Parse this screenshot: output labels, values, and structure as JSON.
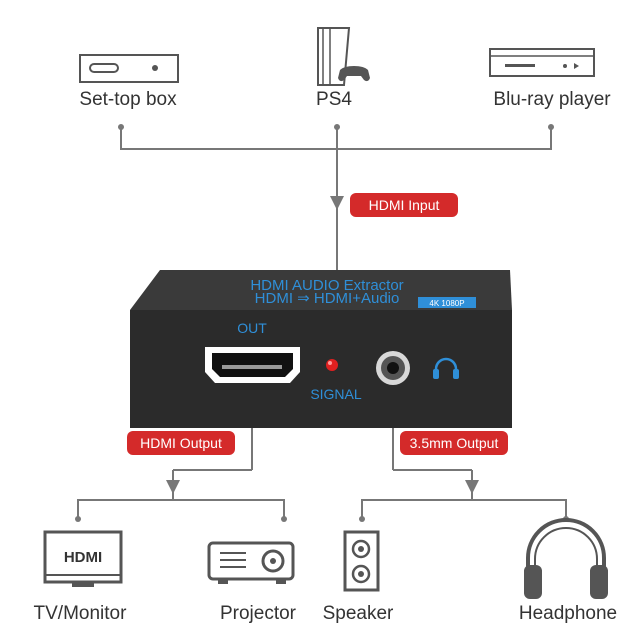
{
  "sources": {
    "settop_label": "Set-top box",
    "ps4_label": "PS4",
    "bluray_label": "Blu-ray player"
  },
  "tags": {
    "hdmi_input": "HDMI Input",
    "hdmi_output": "HDMI Output",
    "audio_output": "3.5mm Output"
  },
  "device": {
    "title": "HDMI AUDIO Extractor",
    "subtitle": "HDMI ⇒ HDMI+Audio",
    "badge": "4K 1080P",
    "out_label": "OUT",
    "signal_label": "SIGNAL"
  },
  "sinks": {
    "tv_label": "TV/Monitor",
    "tv_screen_text": "HDMI",
    "projector_label": "Projector",
    "speaker_label": "Speaker",
    "headphone_label": "Headphone"
  },
  "colors": {
    "tag_red": "#d42a2a",
    "device_body": "#2b2b2b",
    "device_accent": "#2f8fd8",
    "signal_led": "#e02020",
    "wire": "#777777"
  },
  "icons": [
    "settop-box-icon",
    "ps4-icon",
    "bluray-player-icon",
    "tv-monitor-icon",
    "projector-icon",
    "speaker-icon",
    "headphone-icon"
  ]
}
